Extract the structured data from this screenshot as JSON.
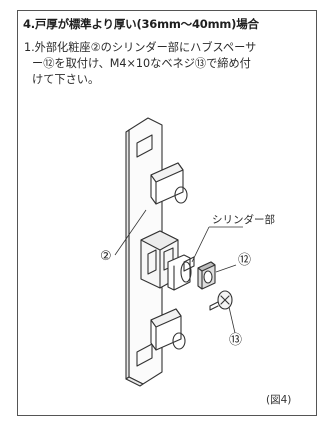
{
  "section": {
    "heading": "4.戸厚が標準より厚い(36mm〜40mm)場合",
    "instruction_lines": [
      "1.外部化粧座②のシリンダー部にハブスペーサ",
      "ー⑫を取付け、M4×10なベネジ⑬で締め付",
      "けて下さい。"
    ]
  },
  "figure": {
    "callout_cylinder": "シリンダー部",
    "callout_part2": "②",
    "callout_part12": "⑫",
    "callout_part13": "⑬",
    "caption": "(図4)"
  }
}
